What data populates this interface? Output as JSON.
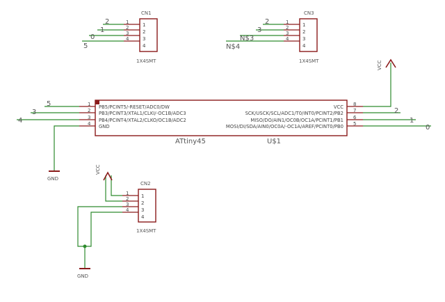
{
  "cn1": {
    "name": "CN1",
    "value": "1X4SMT",
    "pins": [
      "1",
      "2",
      "3",
      "4"
    ],
    "net_labels": [
      "2",
      "1",
      "0",
      "5"
    ]
  },
  "cn3": {
    "name": "CN3",
    "value": "1X4SMT",
    "pins": [
      "1",
      "2",
      "3",
      "4"
    ],
    "net_labels": [
      "2",
      "3",
      "N$3",
      "N$4"
    ]
  },
  "cn2": {
    "name": "CN2",
    "value": "1X4SMT",
    "pins": [
      "1",
      "2",
      "3",
      "4"
    ],
    "vcc_label": "VCC",
    "gnd_label": "GND"
  },
  "u1": {
    "name": "U$1",
    "value": "ATtiny45",
    "left_pins": [
      {
        "num": "1",
        "name": "PB5/PCINT5/-RESET/ADC0/DW",
        "net": "5"
      },
      {
        "num": "2",
        "name": "PB3/PCINT3/XTAL1/CLKI/-OC1B/ADC3",
        "net": "3"
      },
      {
        "num": "3",
        "name": "PB4/PCINT4/XTAL2/CLKO/OC1B/ADC2",
        "net": "4"
      },
      {
        "num": "4",
        "name": "GND",
        "net": ""
      }
    ],
    "right_pins": [
      {
        "num": "8",
        "name": "VCC",
        "net": ""
      },
      {
        "num": "7",
        "name": "SCK/USCK/SCL/ADC1/T0/INT0/PCINT2/PB2",
        "net": "2"
      },
      {
        "num": "6",
        "name": "MISO/DO/AIN1/OC0B/OC1A/PCINT1/PB1",
        "net": "1"
      },
      {
        "num": "5",
        "name": "MOSI/DI/SDA/AIN0/OC0A/-OC1A/AREF/PCINT0/PB0",
        "net": "0"
      }
    ],
    "vcc_label": "VCC",
    "gnd_label": "GND"
  }
}
